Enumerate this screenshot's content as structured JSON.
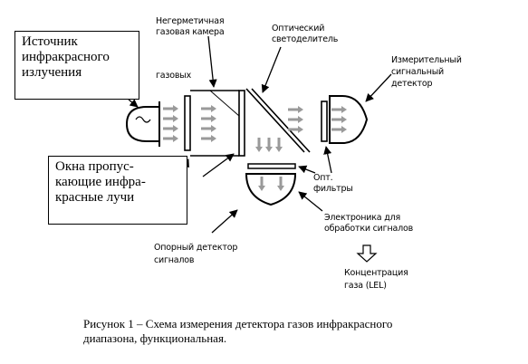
{
  "labels": {
    "source_box": "Источник\nинфракрасного\nизлучения",
    "windows_box": "Окна пропус-\nкающие инфра-\nкрасные лучи",
    "chamber": "Негерметичная\nгазовая камера",
    "gas_fragment": "газовых",
    "splitter": "Оптический\nсветоделитель",
    "meas_detector": "Измерительный\nсигнальный\nдетектор",
    "filters": "Опт.\nфильтры",
    "electronics": "Электроника для\nобработки сигналов",
    "ref_detector": "Опорный детектор\nсигналов",
    "concentration": "Концентрация\nгаза (LEL)"
  },
  "caption": {
    "line1": "Рисунок 1 – Схема измерения детектора газов инфракрасного",
    "line2": "диапазона, функциональная."
  },
  "colors": {
    "ink": "#000000",
    "arrow_fill": "#9a9a9a",
    "background": "#ffffff"
  }
}
